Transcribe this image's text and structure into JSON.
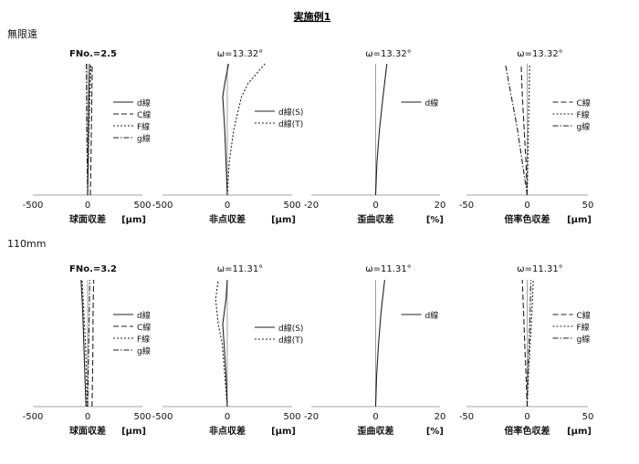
{
  "title": "実施例1",
  "rows": [
    {
      "label": "無限遠",
      "panels": [
        {
          "header": "FNo.=2.5",
          "xlabel": "球面収差",
          "unit": "[μm]",
          "ticks": [
            "-500",
            "0",
            "500"
          ],
          "xlim": [
            -500,
            500
          ],
          "legend": [
            "d線",
            "C線",
            "F線",
            "g線"
          ]
        },
        {
          "header": "ω=13.32°",
          "xlabel": "非点収差",
          "unit": "[μm]",
          "ticks": [
            "-500",
            "0",
            "500"
          ],
          "xlim": [
            -500,
            500
          ],
          "legend": [
            "d線(S)",
            "d線(T)"
          ]
        },
        {
          "header": "ω=13.32°",
          "xlabel": "歪曲収差",
          "unit": "[%]",
          "ticks": [
            "-20",
            "0",
            "20"
          ],
          "xlim": [
            -20,
            20
          ],
          "legend": [
            "d線"
          ]
        },
        {
          "header": "ω=13.32°",
          "xlabel": "倍率色収差",
          "unit": "[μm]",
          "ticks": [
            "-50",
            "0",
            "50"
          ],
          "xlim": [
            -50,
            50
          ],
          "legend": [
            "C線",
            "F線",
            "g線"
          ]
        }
      ]
    },
    {
      "label": "110mm",
      "panels": [
        {
          "header": "FNo.=3.2",
          "xlabel": "球面収差",
          "unit": "[μm]",
          "ticks": [
            "-500",
            "0",
            "500"
          ],
          "xlim": [
            -500,
            500
          ],
          "legend": [
            "d線",
            "C線",
            "F線",
            "g線"
          ]
        },
        {
          "header": "ω=11.31°",
          "xlabel": "非点収差",
          "unit": "[μm]",
          "ticks": [
            "-500",
            "0",
            "500"
          ],
          "xlim": [
            -500,
            500
          ],
          "legend": [
            "d線(S)",
            "d線(T)"
          ]
        },
        {
          "header": "ω=11.31°",
          "xlabel": "歪曲収差",
          "unit": "[%]",
          "ticks": [
            "-20",
            "0",
            "20"
          ],
          "xlim": [
            -20,
            20
          ],
          "legend": [
            "d線"
          ]
        },
        {
          "header": "ω=11.31°",
          "xlabel": "倍率色収差",
          "unit": "[μm]",
          "ticks": [
            "-50",
            "0",
            "50"
          ],
          "xlim": [
            -50,
            50
          ],
          "legend": [
            "C線",
            "F線",
            "g線"
          ]
        }
      ]
    }
  ],
  "chart_data": [
    {
      "type": "line",
      "row": 0,
      "panel": 0,
      "xlim": [
        -500,
        500
      ],
      "y": [
        0,
        0.25,
        0.5,
        0.75,
        1.0
      ],
      "series": [
        {
          "name": "d線",
          "style": "solid",
          "x": [
            0,
            4,
            8,
            12,
            18
          ]
        },
        {
          "name": "C線",
          "style": "dashed",
          "x": [
            25,
            30,
            34,
            38,
            42
          ]
        },
        {
          "name": "F線",
          "style": "dotted",
          "x": [
            0,
            6,
            12,
            20,
            30
          ]
        },
        {
          "name": "g線",
          "style": "dashdot",
          "x": [
            0,
            -4,
            -8,
            -10,
            -12
          ]
        }
      ]
    },
    {
      "type": "line",
      "row": 0,
      "panel": 1,
      "xlim": [
        -500,
        500
      ],
      "y": [
        0,
        0.25,
        0.5,
        0.75,
        0.85,
        1.0
      ],
      "series": [
        {
          "name": "d線(S)",
          "style": "solid",
          "x": [
            0,
            -10,
            -20,
            -35,
            -20,
            10
          ]
        },
        {
          "name": "d線(T)",
          "style": "dotted",
          "x": [
            0,
            15,
            50,
            110,
            160,
            290
          ]
        }
      ]
    },
    {
      "type": "line",
      "row": 0,
      "panel": 2,
      "xlim": [
        -20,
        20
      ],
      "y": [
        0,
        0.25,
        0.5,
        0.75,
        1.0
      ],
      "series": [
        {
          "name": "d線",
          "style": "solid",
          "x": [
            0,
            0.4,
            1.2,
            2.3,
            3.5
          ]
        }
      ]
    },
    {
      "type": "line",
      "row": 0,
      "panel": 3,
      "xlim": [
        -50,
        50
      ],
      "y": [
        0,
        0.25,
        0.5,
        0.75,
        1.0
      ],
      "series": [
        {
          "name": "C線",
          "style": "dashed",
          "x": [
            0,
            -1,
            -2.5,
            -4,
            -5
          ]
        },
        {
          "name": "F線",
          "style": "dotted",
          "x": [
            0,
            0.5,
            1,
            1.6,
            2
          ]
        },
        {
          "name": "g線",
          "style": "dashdot",
          "x": [
            0,
            -4,
            -8,
            -13,
            -18
          ]
        }
      ]
    },
    {
      "type": "line",
      "row": 1,
      "panel": 0,
      "xlim": [
        -500,
        500
      ],
      "y": [
        0,
        0.25,
        0.5,
        0.75,
        1.0
      ],
      "series": [
        {
          "name": "d線",
          "style": "solid",
          "x": [
            -15,
            -25,
            -35,
            -45,
            -60
          ]
        },
        {
          "name": "C線",
          "style": "dashed",
          "x": [
            40,
            45,
            48,
            50,
            55
          ]
        },
        {
          "name": "F線",
          "style": "dotted",
          "x": [
            -5,
            -10,
            -20,
            -35,
            -50
          ]
        },
        {
          "name": "g線",
          "style": "dashdot",
          "x": [
            0,
            5,
            10,
            15,
            20
          ]
        }
      ]
    },
    {
      "type": "line",
      "row": 1,
      "panel": 1,
      "xlim": [
        -500,
        500
      ],
      "y": [
        0,
        0.25,
        0.5,
        0.65,
        0.85,
        1.0
      ],
      "series": [
        {
          "name": "d線(S)",
          "style": "solid",
          "x": [
            0,
            -10,
            -25,
            -35,
            -10,
            0
          ]
        },
        {
          "name": "d線(T)",
          "style": "dotted",
          "x": [
            0,
            -20,
            -40,
            -70,
            -90,
            -70
          ]
        }
      ]
    },
    {
      "type": "line",
      "row": 1,
      "panel": 2,
      "xlim": [
        -20,
        20
      ],
      "y": [
        0,
        0.25,
        0.5,
        0.75,
        1.0
      ],
      "series": [
        {
          "name": "d線",
          "style": "solid",
          "x": [
            0,
            0.3,
            0.9,
            1.7,
            2.8
          ]
        }
      ]
    },
    {
      "type": "line",
      "row": 1,
      "panel": 3,
      "xlim": [
        -50,
        50
      ],
      "y": [
        0,
        0.25,
        0.5,
        0.75,
        1.0
      ],
      "series": [
        {
          "name": "C線",
          "style": "dashed",
          "x": [
            0,
            -1,
            -2,
            -3,
            -4
          ]
        },
        {
          "name": "F線",
          "style": "dotted",
          "x": [
            0,
            1,
            2.5,
            4,
            5
          ]
        },
        {
          "name": "g線",
          "style": "dashdot",
          "x": [
            0,
            0.5,
            1.5,
            2.5,
            3
          ]
        }
      ]
    }
  ]
}
